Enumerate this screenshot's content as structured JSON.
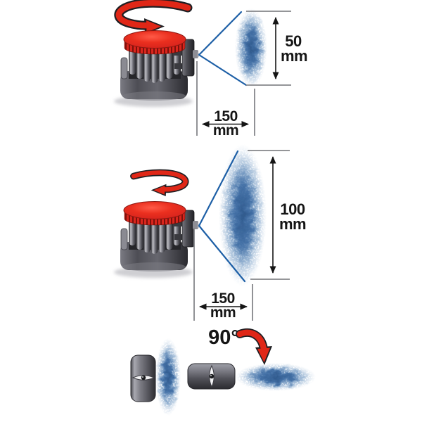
{
  "colors": {
    "accent_red": "#e02717",
    "cone_blue": "#1d5fa6",
    "spray_blue": "#3f6fa8",
    "label_ink": "#151515"
  },
  "panel_top": {
    "rotation_icon": "clockwise-rotation-arrow",
    "height_value": "50",
    "height_unit": "mm",
    "distance_value": "150",
    "distance_unit": "mm"
  },
  "panel_middle": {
    "rotation_icon": "counter-clockwise-rotation-arrow",
    "height_value": "100",
    "height_unit": "mm",
    "distance_value": "150",
    "distance_unit": "mm"
  },
  "panel_bottom": {
    "angle_label": "90°",
    "before_icon": "vertical-nozzle-slot",
    "after_icon": "horizontal-nozzle-slot"
  }
}
